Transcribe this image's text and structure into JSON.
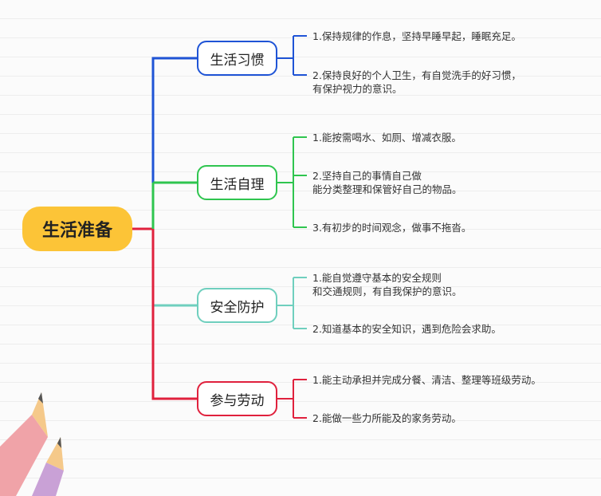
{
  "root": {
    "label": "生活准备"
  },
  "branches": [
    {
      "label": "生活习惯",
      "color": "#1f54d6",
      "leaves": [
        {
          "lines": [
            "1.保持规律的作息，坚持早睡早起，睡眠充足。"
          ]
        },
        {
          "lines": [
            "2.保持良好的个人卫生，有自觉洗手的好习惯，",
            "有保护视力的意识。"
          ]
        }
      ]
    },
    {
      "label": "生活自理",
      "color": "#2fc54f",
      "leaves": [
        {
          "lines": [
            "1.能按需喝水、如厕、增减衣服。"
          ]
        },
        {
          "lines": [
            "2.坚持自己的事情自己做",
            "能分类整理和保管好自己的物品。"
          ]
        },
        {
          "lines": [
            "3.有初步的时间观念，做事不拖沓。"
          ]
        }
      ]
    },
    {
      "label": "安全防护",
      "color": "#6fcfbe",
      "leaves": [
        {
          "lines": [
            "1.能自觉遵守基本的安全规则",
            "和交通规则，有自我保护的意识。"
          ]
        },
        {
          "lines": [
            "2.知道基本的安全知识，遇到危险会求助。"
          ]
        }
      ]
    },
    {
      "label": "参与劳动",
      "color": "#e0213d",
      "leaves": [
        {
          "lines": [
            "1.能主动承担并完成分餐、清洁、整理等班级劳动。"
          ]
        },
        {
          "lines": [
            "2.能做一些力所能及的家务劳动。"
          ]
        }
      ]
    }
  ],
  "decor": {
    "pencil_colors": [
      "#f0a3a8",
      "#c9a1d6",
      "#f5c98a"
    ]
  }
}
